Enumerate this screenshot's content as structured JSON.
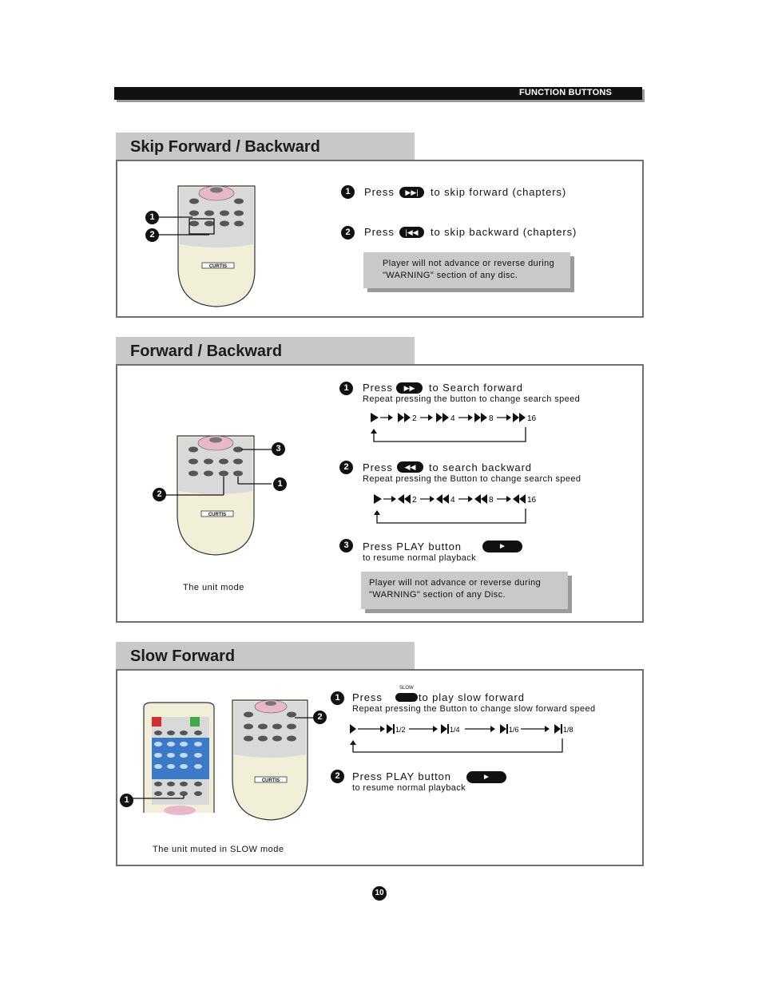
{
  "header": {
    "title": "FUNCTION BUTTONS"
  },
  "brand": "CURTIS",
  "skip": {
    "title": "Skip Forward / Backward",
    "step1": {
      "num": "1",
      "press": "Press",
      "text": "to skip forward (chapters)"
    },
    "step2": {
      "num": "2",
      "press": "Press",
      "text": "to skip backward (chapters)"
    },
    "warning": {
      "line1": "Player will not advance or reverse during",
      "line2": "\"WARNING\" section of any disc."
    },
    "callouts": [
      "1",
      "2"
    ]
  },
  "forward": {
    "title": "Forward / Backward",
    "step1": {
      "num": "1",
      "press": "Press",
      "text": "to Search forward",
      "sub": "Repeat pressing the button to change search speed"
    },
    "step2": {
      "num": "2",
      "press": "Press",
      "text": "to search backward",
      "sub": "Repeat pressing the Button to change search speed"
    },
    "step3": {
      "num": "3",
      "press": "Press PLAY  button",
      "sub": "to resume normal playback"
    },
    "speeds": [
      "2",
      "4",
      "8",
      "16"
    ],
    "warning": {
      "line1": "Player will not advance or reverse during",
      "line2": "\"WARNING\" section of any Disc."
    },
    "caption": "The unit  mode",
    "callouts": [
      "3",
      "1",
      "2"
    ]
  },
  "slow": {
    "title": "Slow Forward",
    "slow_label": "SLOW",
    "step1": {
      "num": "1",
      "press": "Press",
      "text": "to play slow forward",
      "sub": "Repeat pressing the Button to change slow forward speed"
    },
    "step2": {
      "num": "2",
      "press": "Press PLAY button",
      "sub": "to resume normal playback"
    },
    "speeds": [
      "1/2",
      "1/4",
      "1/6",
      "1/8"
    ],
    "caption": "The unit muted in SLOW mode",
    "callouts": [
      "2",
      "1"
    ]
  },
  "page_number": "10"
}
